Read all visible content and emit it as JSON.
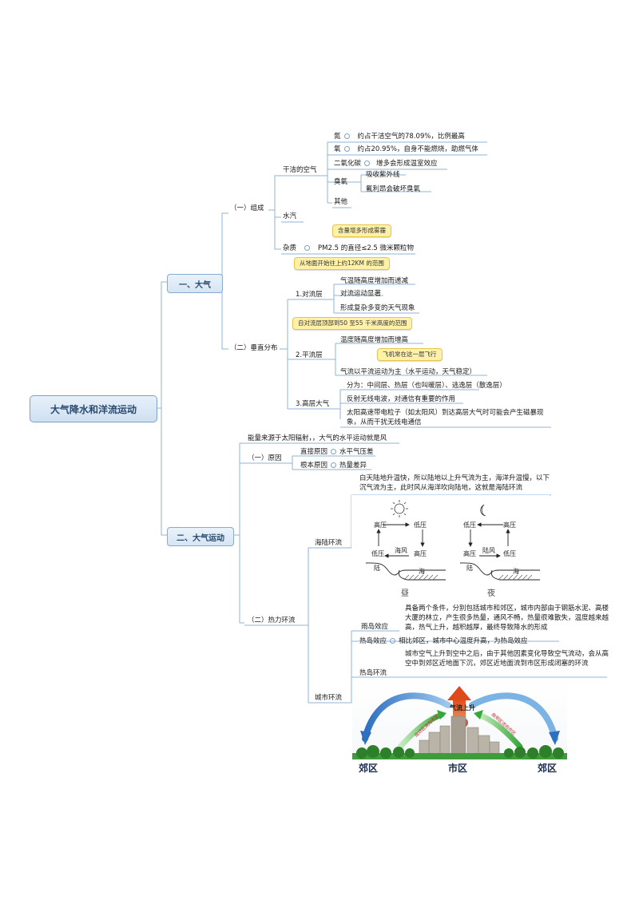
{
  "root": "大气降水和洋流运动",
  "s1": {
    "label": "一、大气",
    "comp": {
      "label": "（一）组成",
      "dry": {
        "label": "干洁的空气",
        "n2": {
          "name": "氮",
          "desc": "约占干洁空气的78.09%，比例最高"
        },
        "o2": {
          "name": "氧",
          "desc": "约占20.95%，自身不能燃烧，助燃气体"
        },
        "co2": {
          "name": "二氧化碳",
          "desc": "增多会形成温室效应"
        },
        "o3": {
          "name": "臭氧",
          "d1": "吸收紫外线",
          "d2": "氟利昂会破坏臭氧"
        },
        "other": "其他"
      },
      "vapor": "水汽",
      "impurity": {
        "label": "杂质",
        "note": "含量增多形成雾霾",
        "desc": "PM2.5 的直径≤2.5 微米颗粒物"
      }
    },
    "vert": {
      "label": "（二）垂直分布",
      "trop": {
        "label": "1.对流层",
        "note": "从地面开始往上约12KM 的范围",
        "i1": "气温随高度增加而递减",
        "i2": "对流运动显著",
        "i3": "形成复杂多变的天气现象"
      },
      "strat": {
        "label": "2.平流层",
        "note": "自对流层顶部到50 至55 千米高度的范围",
        "i1": "温度随高度增加而增高",
        "note2": "飞机常在这一层飞行",
        "i2": "气流以平流运动为主（水平运动，天气稳定）"
      },
      "upper": {
        "label": "3.高层大气",
        "i1": "分为：中间层、热层（也叫暖层）、逃逸层（散逸层）",
        "i2": "反射无线电波，对通信有重要的作用",
        "i3": "太阳高速带电粒子（如太阳风）到达高层大气时可能会产生磁暴现象，从而干扰无线电通信"
      }
    }
  },
  "s2": {
    "label": "二、大气运动",
    "energy": "能量来源于太阳辐射，，大气的水平运动就是风",
    "cause": {
      "label": "（一）原因",
      "direct": "直接原因",
      "direct_desc": "水平气压差",
      "root": "根本原因",
      "root_desc": "热量差异"
    },
    "thermal": {
      "label": "（二）热力环流",
      "sea": {
        "label": "海陆环流",
        "desc": "白天陆地升温快，所以陆地以上升气流为主，海洋升温慢，以下沉气流为主，此时风从海洋吹向陆地，这就是海陆环流",
        "day": {
          "hp": "高压",
          "lp": "低压",
          "lp2": "低压",
          "hp2": "高压",
          "wind": "海风",
          "land": "陆",
          "sea": "海",
          "caption": "昼"
        },
        "night": {
          "hp": "低压",
          "lp": "高压",
          "lp2": "高压",
          "hp2": "低压",
          "wind": "陆风",
          "land": "陆",
          "sea": "海",
          "caption": "夜"
        }
      },
      "city": {
        "label": "城市环流",
        "rain": {
          "label": "雨岛效应",
          "desc": "具备两个条件，分别包括城市和郊区，城市内部由于钢筋水泥、高楼大厦的林立，产生很多热量，通风不畅，热量很难散失，温度越来越高，热气上升，越积越厚，最终导致降水的形成"
        },
        "heat": {
          "label": "热岛效应",
          "desc": "相比郊区，城市中心温度升高，为热岛效应"
        },
        "circ": {
          "label": "热岛环流",
          "desc": "城市空气上升到空中之后，由于其他因素变化导致空气流动，会从高空中到郊区近地面下沉，郊区近地面流到市区形成闭塞的环流"
        },
        "pic": {
          "up": "气流上升",
          "heat": "热",
          "left_arrow": "由郊区流向市区",
          "right_arrow": "由郊区流向市区",
          "suburb_l": "郊区",
          "city": "市区",
          "suburb_r": "郊区"
        }
      }
    }
  },
  "colors": {
    "line": "#8fb3d6",
    "note": "#fff2a8",
    "root": "#cfe0f1"
  }
}
